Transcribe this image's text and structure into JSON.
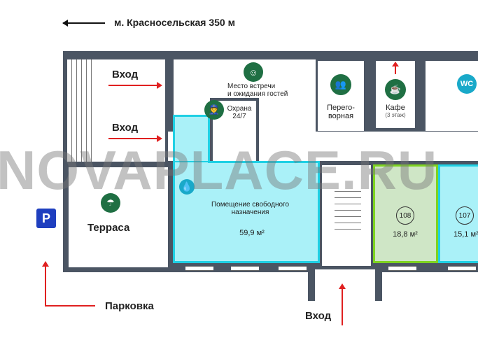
{
  "metro": {
    "label": "м. Красносельская 350 м"
  },
  "entrances": {
    "top1": "Вход",
    "top2": "Вход",
    "bottom": "Вход"
  },
  "parking": {
    "badge": "P",
    "label": "Парковка"
  },
  "rooms": {
    "meeting_area": "Место встречи\nи ожидания гостей",
    "security": "Охрана\n24/7",
    "negotiation": "Перего-\nворная",
    "cafe": "Кафе",
    "cafe_floor": "(3 этаж)",
    "wc": "WC",
    "terrace": "Терраса",
    "free_room_title": "Помещение свободного\nназначения",
    "free_room_area": "59,9 м²",
    "room108_number": "108",
    "room108_area": "18,8 м²",
    "room107_number": "107",
    "room107_area": "15,1 м²"
  },
  "watermark": "NOVAPLACE.RU",
  "colors": {
    "wall": "#4b5563",
    "available": "#aaf1f8",
    "selected": "#cfe6c6",
    "icon": "#1f6f43",
    "arrow": "#e02020",
    "parking": "#1f3fbf"
  }
}
